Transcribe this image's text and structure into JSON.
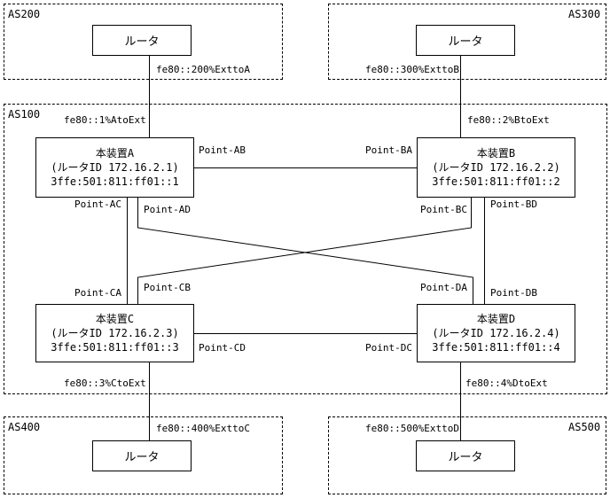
{
  "as_areas": {
    "as200": "AS200",
    "as300": "AS300",
    "as100": "AS100",
    "as400": "AS400",
    "as500": "AS500"
  },
  "external_routers": {
    "as200": "ルータ",
    "as300": "ルータ",
    "as400": "ルータ",
    "as500": "ルータ"
  },
  "devices": {
    "a": {
      "name": "本装置A",
      "router_id": "(ルータID 172.16.2.1)",
      "address": "3ffe:501:811:ff01::1"
    },
    "b": {
      "name": "本装置B",
      "router_id": "(ルータID 172.16.2.2)",
      "address": "3ffe:501:811:ff01::2"
    },
    "c": {
      "name": "本装置C",
      "router_id": "(ルータID 172.16.2.3)",
      "address": "3ffe:501:811:ff01::3"
    },
    "d": {
      "name": "本装置D",
      "router_id": "(ルータID 172.16.2.4)",
      "address": "3ffe:501:811:ff01::4"
    }
  },
  "external_links": {
    "as200_router": "fe80::200%ExttoA",
    "a_ext": "fe80::1%AtoExt",
    "as300_router": "fe80::300%ExttoB",
    "b_ext": "fe80::2%BtoExt",
    "c_ext": "fe80::3%CtoExt",
    "as400_router": "fe80::400%ExttoC",
    "d_ext": "fe80::4%DtoExt",
    "as500_router": "fe80::500%ExttoD"
  },
  "points": {
    "ab": "Point-AB",
    "ba": "Point-BA",
    "ac": "Point-AC",
    "ad": "Point-AD",
    "bc": "Point-BC",
    "bd": "Point-BD",
    "ca": "Point-CA",
    "cb": "Point-CB",
    "da": "Point-DA",
    "db": "Point-DB",
    "cd": "Point-CD",
    "dc": "Point-DC"
  }
}
